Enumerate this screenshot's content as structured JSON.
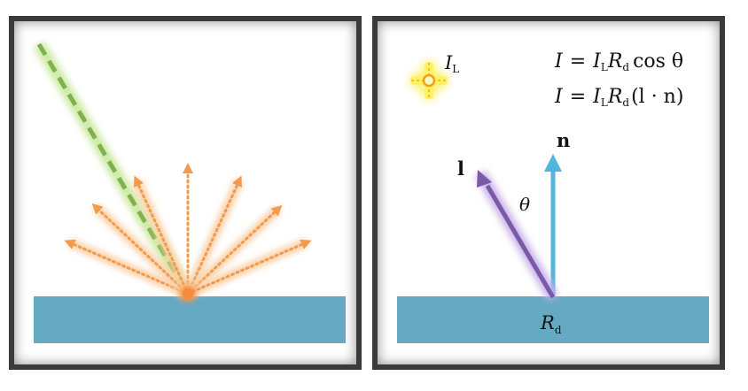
{
  "left_panel": {
    "incoming_ray_color": "#7fbf3f",
    "reflected_ray_color": "#f3a05a",
    "surface_color": "#6aaec6"
  },
  "right_panel": {
    "light_source_label": "I",
    "light_source_sub": "L",
    "formula1": {
      "lhs": "I",
      "eq": "=",
      "i": "I",
      "isub": "L",
      "r": "R",
      "rsub": "d",
      "tail": "cos θ"
    },
    "formula2": {
      "lhs": "I",
      "eq": "=",
      "i": "I",
      "isub": "L",
      "r": "R",
      "rsub": "d",
      "tail": "(l · n)"
    },
    "normal_label": "n",
    "light_vector_label": "l",
    "angle_label": "θ",
    "surface_label": "R",
    "surface_sub": "d",
    "normal_color": "#4fb3d9",
    "light_vector_color": "#7a5aa8",
    "surface_color": "#6aaec6",
    "light_source_color": "#ffe640"
  }
}
